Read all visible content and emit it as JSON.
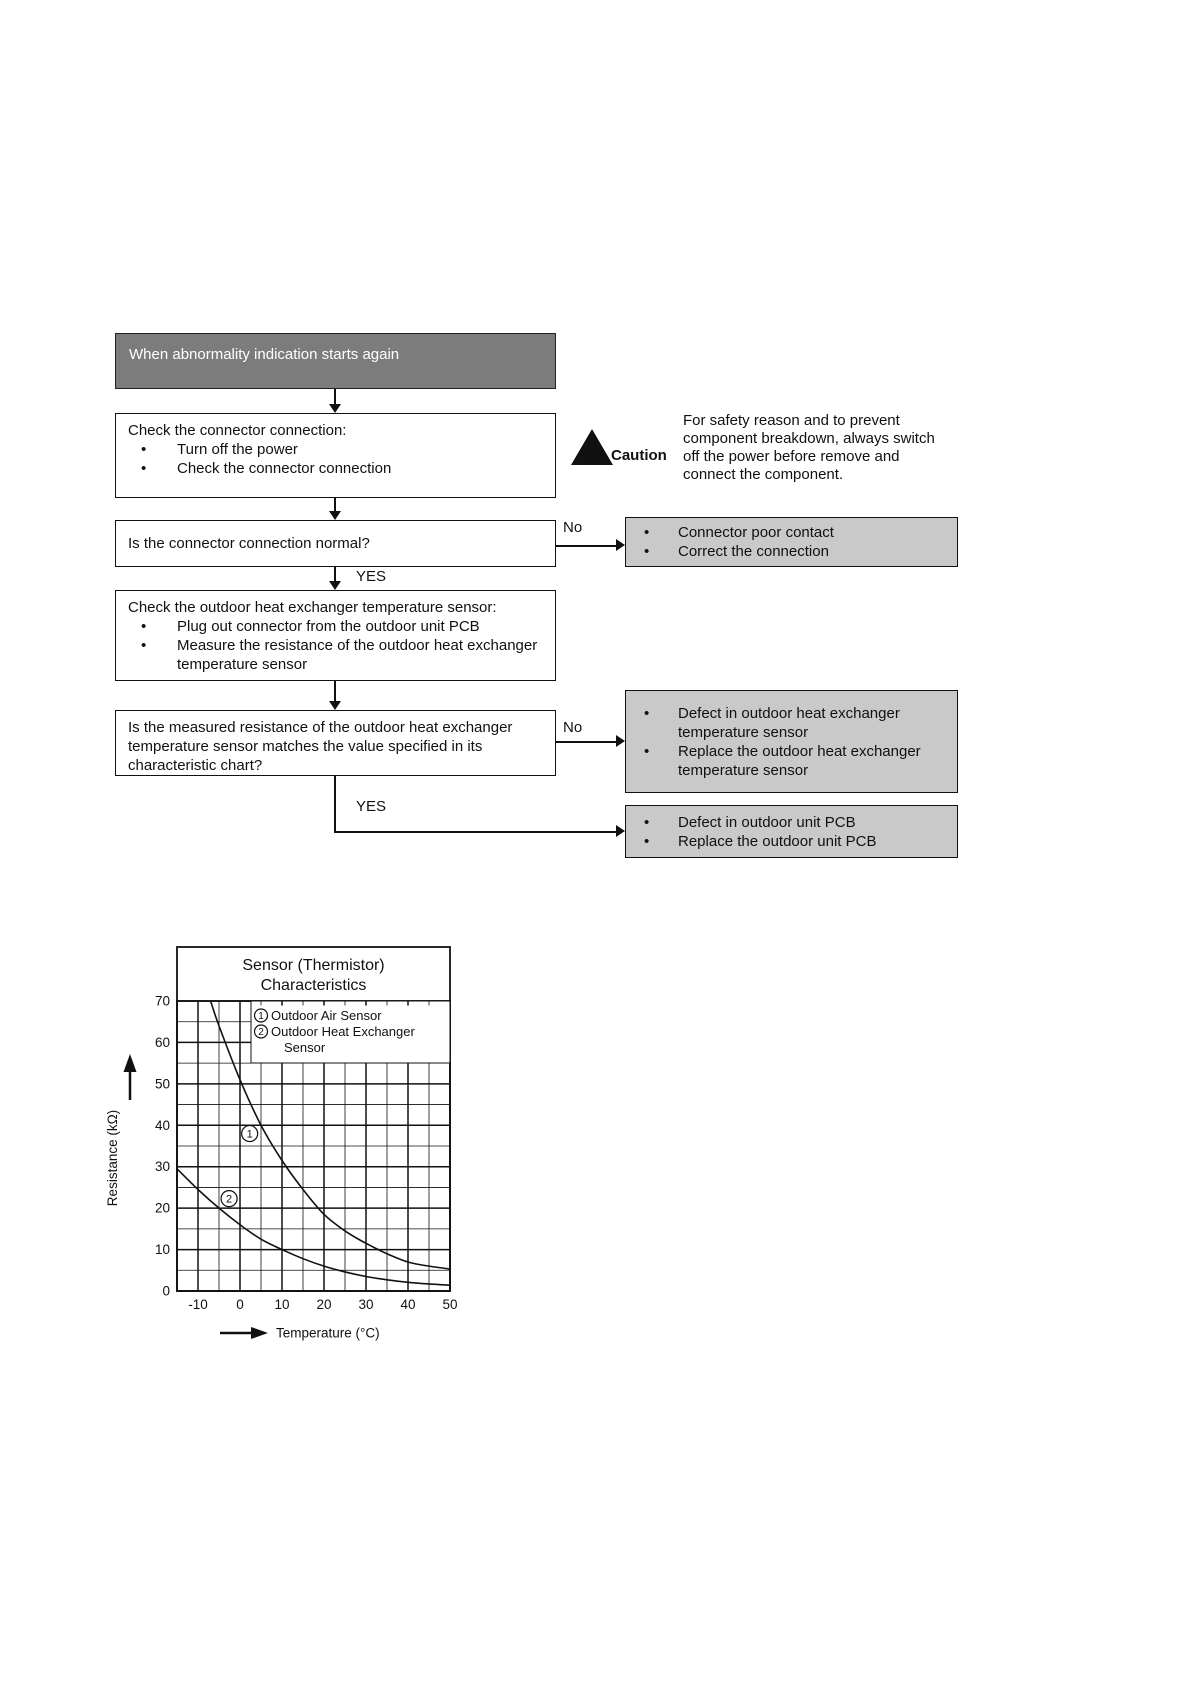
{
  "flowchart": {
    "start": {
      "label": "When abnormality indication starts again"
    },
    "step1": {
      "title": "Check the connector connection:",
      "bullets": [
        "Turn off the power",
        "Check the connector connection"
      ]
    },
    "caution": {
      "icon": "warning-triangle-icon",
      "label": "Caution",
      "text": "For safety reason and to prevent component breakdown, always switch off the power before remove and connect the component."
    },
    "decision1": {
      "question": "Is the connector connection normal?",
      "no_label": "No",
      "yes_label": "YES"
    },
    "outcome1": {
      "bullets": [
        "Connector poor contact",
        "Correct the connection"
      ]
    },
    "step2": {
      "title": "Check the outdoor heat exchanger temperature sensor:",
      "bullets": [
        "Plug out connector from the outdoor unit PCB",
        "Measure the resistance of the outdoor heat exchanger temperature sensor"
      ]
    },
    "decision2": {
      "question": "Is the measured resistance of the outdoor heat exchanger temperature sensor matches the value specified in its characteristic chart?",
      "no_label": "No",
      "yes_label": "YES"
    },
    "outcome2": {
      "bullets": [
        "Defect in outdoor heat exchanger temperature sensor",
        "Replace the outdoor heat exchanger temperature sensor"
      ]
    },
    "outcome3": {
      "bullets": [
        "Defect in outdoor unit PCB",
        "Replace the outdoor unit PCB"
      ]
    }
  },
  "colors": {
    "header_bg": "#7c7c7c",
    "outcome_bg": "#c9c9c9",
    "line": "#111111",
    "header_text": "#ffffff"
  },
  "chart_data": {
    "type": "line",
    "title": "Sensor (Thermistor) Characteristics",
    "xlabel": "Temperature (°C)",
    "ylabel": "Resistance (kΩ)",
    "xlim": [
      -15,
      50
    ],
    "ylim": [
      0,
      70
    ],
    "x_ticks": [
      -10,
      0,
      10,
      20,
      30,
      40,
      50
    ],
    "y_ticks": [
      0,
      10,
      20,
      30,
      40,
      50,
      60,
      70
    ],
    "grid_minor_step": 5,
    "grid": true,
    "legend_position": "top-right-inside",
    "series": [
      {
        "name": "Outdoor Air Sensor",
        "marker": "1",
        "label_at": [
          2.3,
          38
        ],
        "x": [
          -7,
          -5,
          0,
          5,
          10,
          15,
          20,
          25,
          30,
          35,
          40,
          45,
          50
        ],
        "y": [
          70,
          64,
          51,
          40,
          31.5,
          24.5,
          18.5,
          14.5,
          11.5,
          9,
          7,
          6,
          5.3
        ]
      },
      {
        "name": "Outdoor Heat Exchanger Sensor",
        "marker": "2",
        "label_at": [
          -2.6,
          22.3
        ],
        "x": [
          -15,
          -10,
          -5,
          0,
          5,
          10,
          15,
          20,
          25,
          30,
          35,
          40,
          45,
          50
        ],
        "y": [
          29.5,
          24.5,
          20,
          16,
          12.5,
          10,
          7.8,
          6,
          4.6,
          3.5,
          2.7,
          2.1,
          1.7,
          1.4
        ]
      }
    ]
  }
}
